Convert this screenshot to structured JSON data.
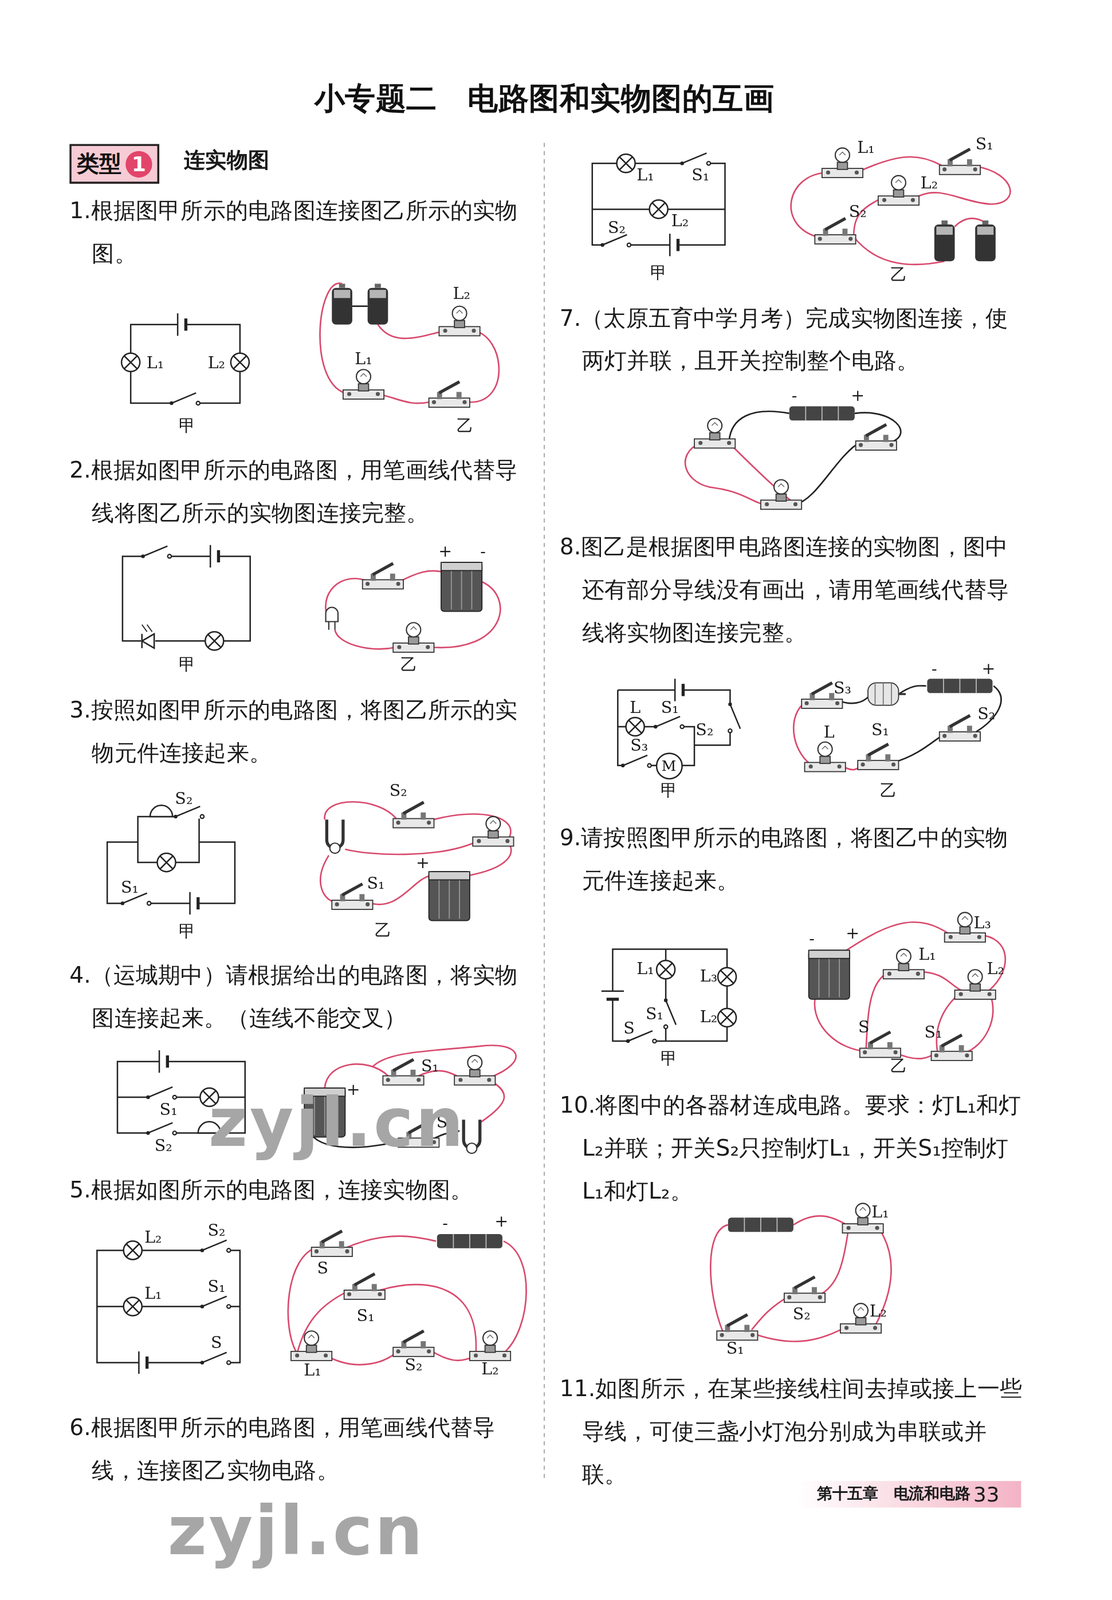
{
  "diagram": {
    "title": "小专题二　电路图和实物图的互画",
    "nodes": [
      {
        "text": [
          "类型",
          "1"
        ]
      },
      {
        "text": [
          "M"
        ]
      }
    ],
    "labels": [
      "连实物图",
      "1.根据图甲所示的电路图连接图乙所示的实物图。",
      "L₁",
      "L₂",
      "甲",
      "L₂",
      "L₁",
      "乙",
      "2.根据如图甲所示的电路图，用笔画线代替导线将图乙所示的实物图连接完整。",
      "甲",
      "乙",
      "3.按照如图甲所示的电路图，将图乙所示的实物元件连接起来。",
      "S₂",
      "S₁",
      "甲",
      "S₂",
      "S₁",
      "乙",
      "4.（运城期中）请根据给出的电路图，将实物图连接起来。（连线不能交叉）",
      "S₁",
      "S₂",
      "S₁",
      "S₂",
      "5.根据如图所示的电路图，连接实物图。",
      "L₂",
      "S₂",
      "L₁",
      "S₁",
      "S",
      "S",
      "S₁",
      "L₁",
      "S₂",
      "L₂",
      "6.根据图甲所示的电路图，用笔画线代替导线，连接图乙实物电路。",
      "L₁",
      "S₁",
      "L₂",
      "S₂",
      "甲",
      "L₁",
      "S₁",
      "L₂",
      "S₂",
      "乙",
      "7.（太原五育中学月考）完成实物图连接，使两灯并联，且开关控制整个电路。",
      "-",
      "+",
      "8.图乙是根据图甲电路图连接的实物图，图中还有部分导线没有画出，请用笔画线代替导线将实物图连接完整。",
      "L",
      "S₁",
      "S₂",
      "S₃",
      "甲",
      "S₃",
      "-",
      "+",
      "L",
      "S₁",
      "S₂",
      "乙",
      "9.请按照图甲所示的电路图，将图乙中的实物元件连接起来。",
      "L₁",
      "L₃",
      "S₁",
      "L₂",
      "S",
      "甲",
      "-",
      "+",
      "L₃",
      "L₁",
      "L₂",
      "S",
      "S₁",
      "乙",
      "10.将图中的各器材连成电路。要求：灯L₁和灯L₂并联；开关S₂只控制灯L₁，开关S₁控制灯L₁和灯L₂。",
      "L₁",
      "S₂",
      "L₂",
      "S₁",
      "11.如图所示，在某些接线柱间去掉或接上一些导线，可使三盏小灯泡分别成为串联或并联。",
      "第十五章　电流和电路",
      "33",
      "zyjl.cn",
      "zyjl.cn",
      "+",
      "-",
      "+",
      "+",
      "-",
      "+"
    ]
  }
}
